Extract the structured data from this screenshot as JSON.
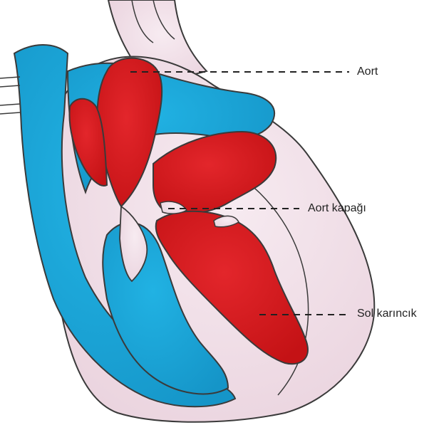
{
  "labels": {
    "aorta": "Aort",
    "aortic_valve": "Aort kapağı",
    "left_ventricle": "Sol karıncık"
  },
  "colors": {
    "oxygenated_blood": "#d7191c",
    "deoxygenated_blood": "#19a6d8",
    "heart_tissue": "#f3e2ea",
    "outline": "#3a3a3a",
    "leader_line": "#222222"
  }
}
